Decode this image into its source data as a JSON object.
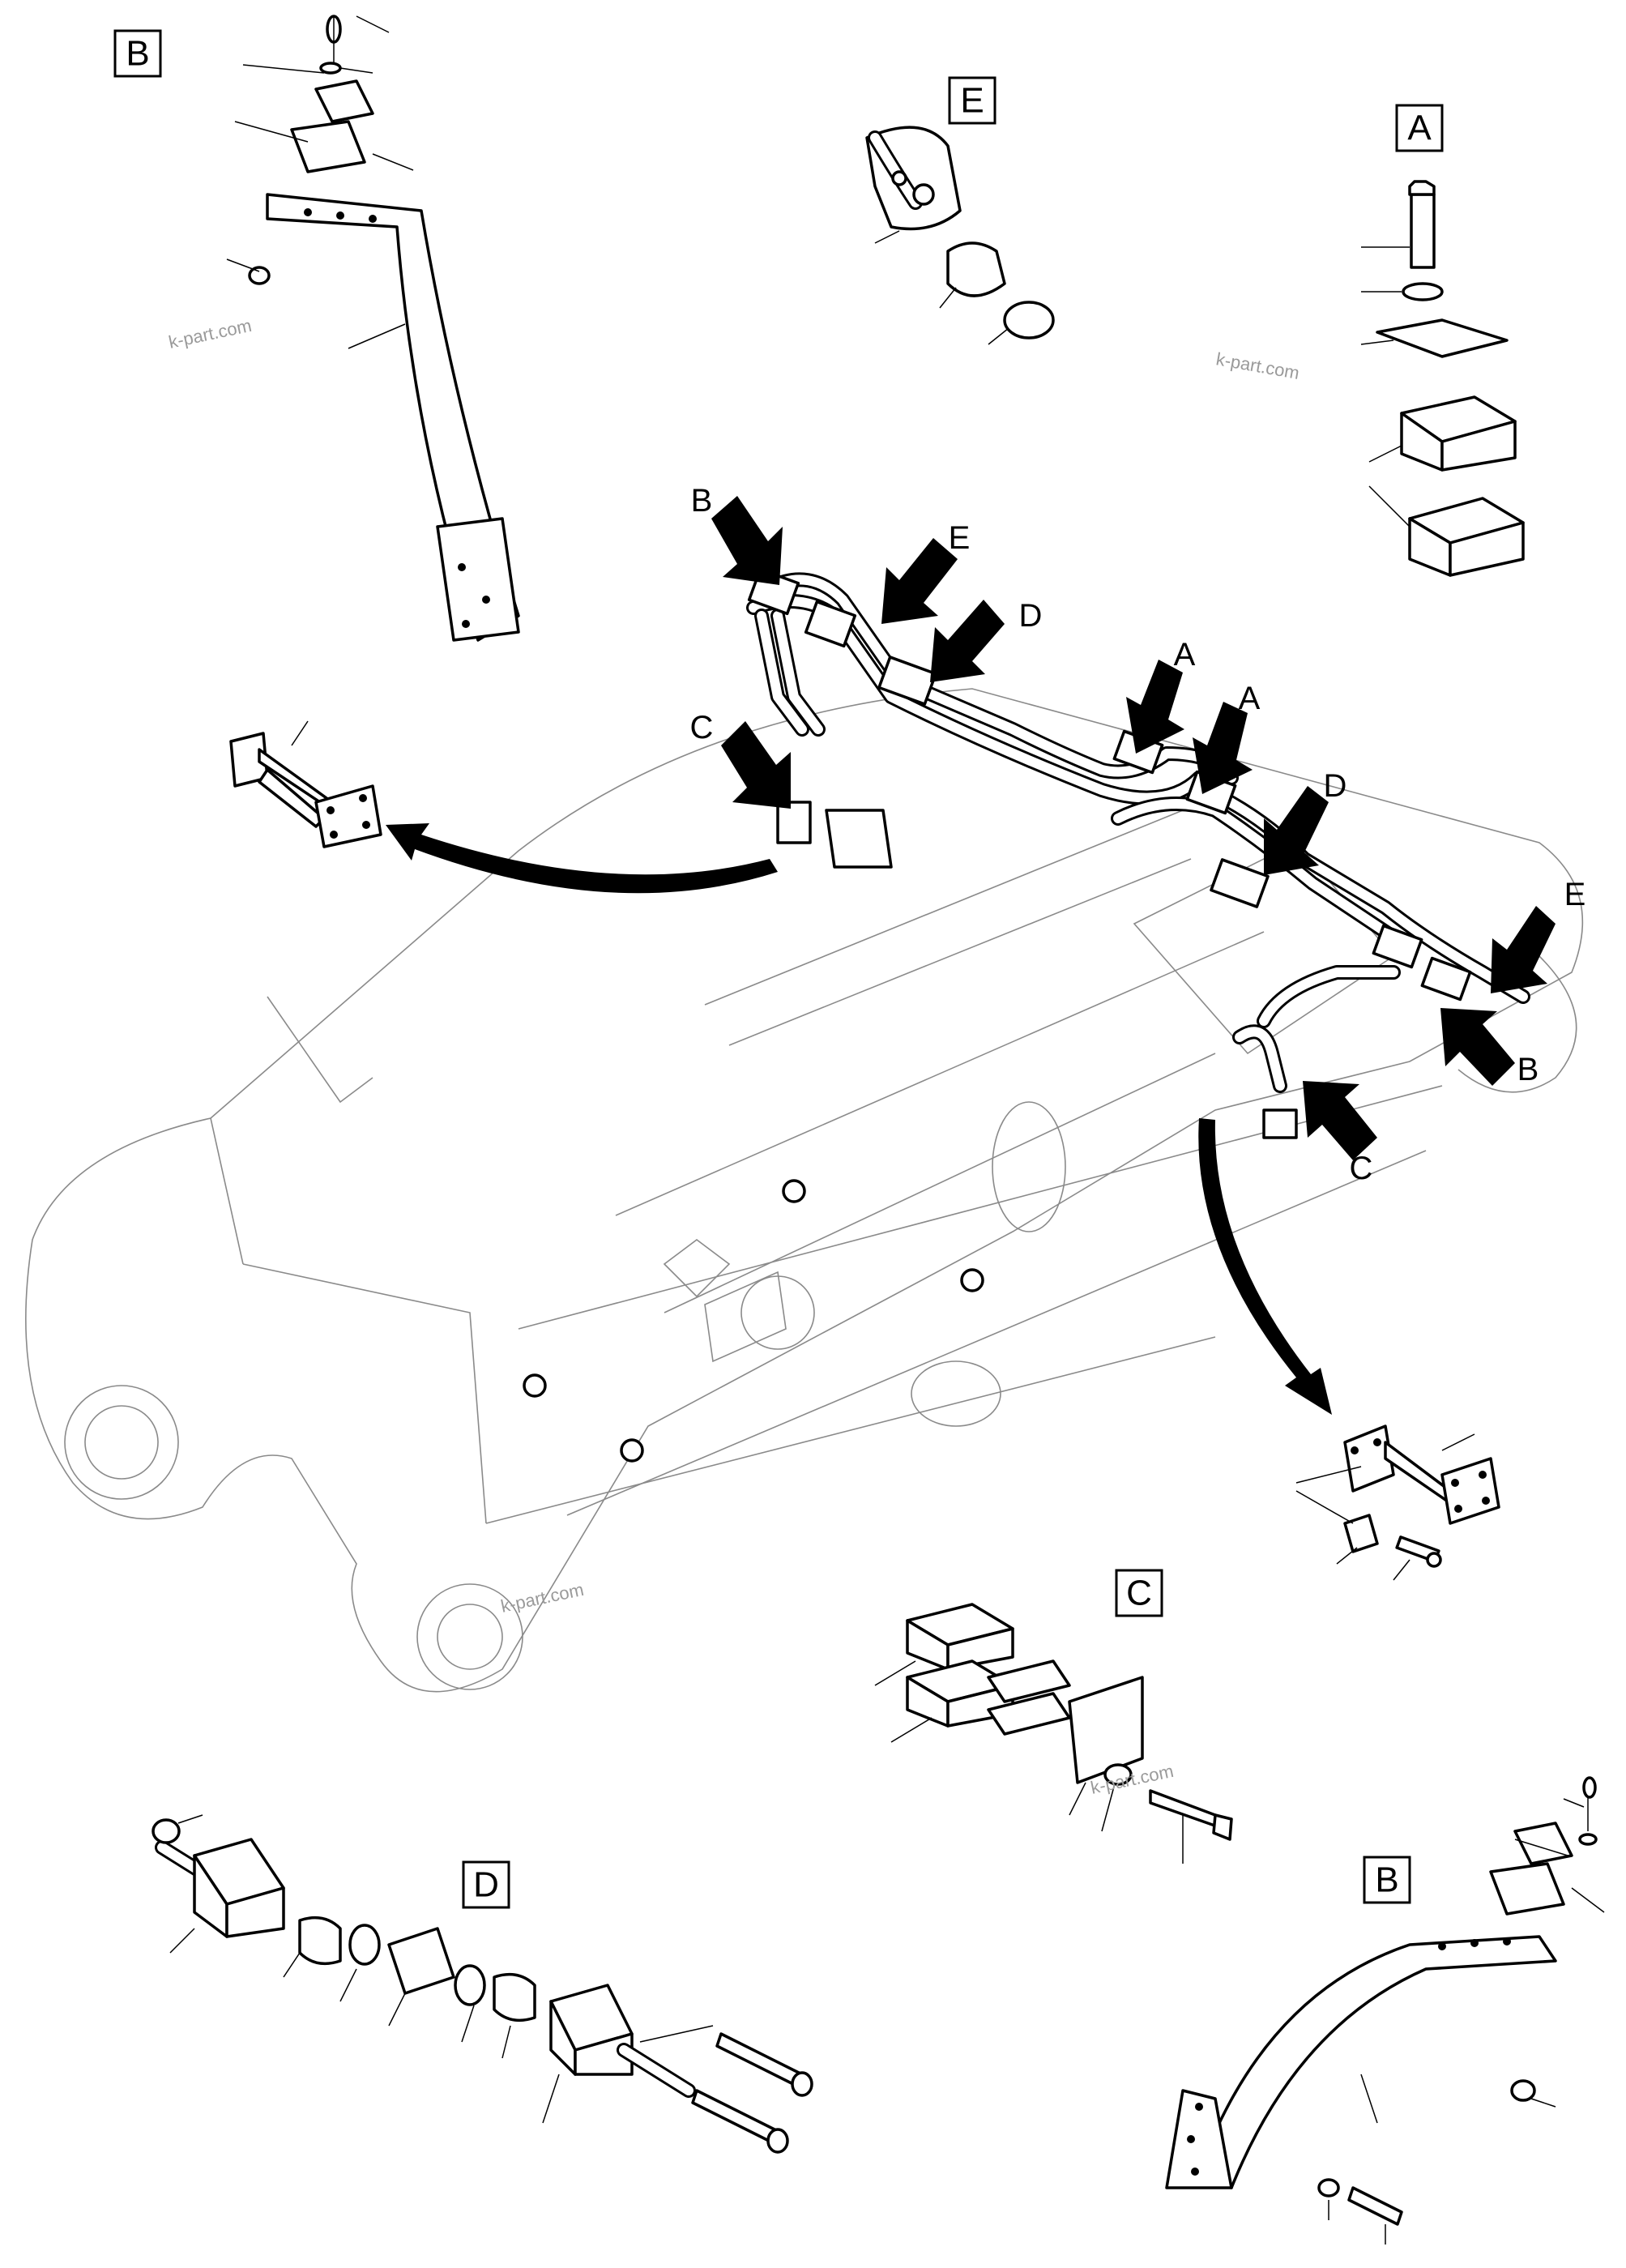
{
  "callout_boxes": {
    "b_top_left": "B",
    "e_top": "E",
    "a_top_right": "A",
    "c_middle": "C",
    "d_bottom_left": "D",
    "b_bottom_right": "B"
  },
  "arrow_labels": {
    "b_upper": "B",
    "e_upper": "E",
    "d_upper": "D",
    "c_left": "C",
    "a_first": "A",
    "a_second": "A",
    "d_lower": "D",
    "e_lower": "E",
    "b_lower": "B",
    "c_right": "C"
  },
  "watermarks": [
    "k-part.com",
    "k-part.com",
    "k-part.com",
    "k-part.com"
  ]
}
